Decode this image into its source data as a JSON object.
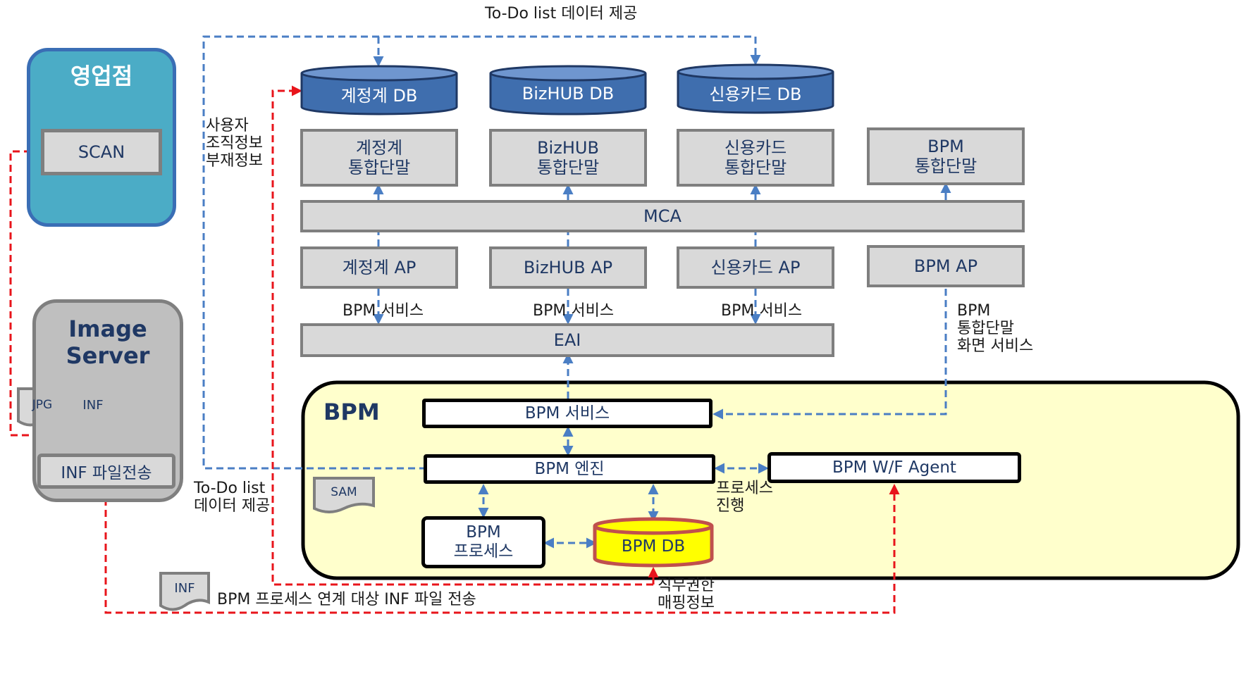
{
  "branch": {
    "title": "영업점",
    "scan": "SCAN"
  },
  "image_server": {
    "title_line1": "Image",
    "title_line2": "Server",
    "doc_jpg": "JPG",
    "doc_inf": "INF",
    "transfer": "INF 파일전송"
  },
  "top_label": "To-Do list 데이터 제공",
  "databases": [
    "계정계 DB",
    "BizHUB DB",
    "신용카드 DB"
  ],
  "terminals": [
    {
      "line1": "계정계",
      "line2": "통합단말"
    },
    {
      "line1": "BizHUB",
      "line2": "통합단말"
    },
    {
      "line1": "신용카드",
      "line2": "통합단말"
    },
    {
      "line1": "BPM",
      "line2": "통합단말"
    }
  ],
  "mca": "MCA",
  "app_servers": [
    "계정계 AP",
    "BizHUB AP",
    "신용카드 AP",
    "BPM AP"
  ],
  "service_labels": [
    "BPM 서비스",
    "BPM 서비스",
    "BPM 서비스"
  ],
  "eai": "EAI",
  "left_info": {
    "line1": "사용자",
    "line2": "조직정보",
    "line3": "부재정보"
  },
  "bpm_screen": {
    "line1": "BPM",
    "line2": "통합단말",
    "line3": "화면 서비스"
  },
  "bpm": {
    "title": "BPM",
    "service": "BPM 서비스",
    "engine": "BPM 엔진",
    "agent": "BPM W/F Agent",
    "process_line1": "BPM",
    "process_line2": "프로세스",
    "db": "BPM DB",
    "sam": "SAM"
  },
  "todo_label": {
    "line1": "To-Do list",
    "line2": "데이터 제공"
  },
  "process_progress": {
    "line1": "프로세스",
    "line2": "진행"
  },
  "duty_mapping": {
    "line1": "직무권한",
    "line2": "매핑정보"
  },
  "bottom_doc": "INF",
  "bottom_label": "BPM 프로세스 연계 대상 INF 파일 전송",
  "colors": {
    "red_line": "#e8141b",
    "blue_line": "#4a7ec4",
    "db_fill": "#3f6eae",
    "bpm_bg": "#ffffcc",
    "bpm_db_fill": "#ffff00",
    "branch_bg": "#4bacc6"
  }
}
